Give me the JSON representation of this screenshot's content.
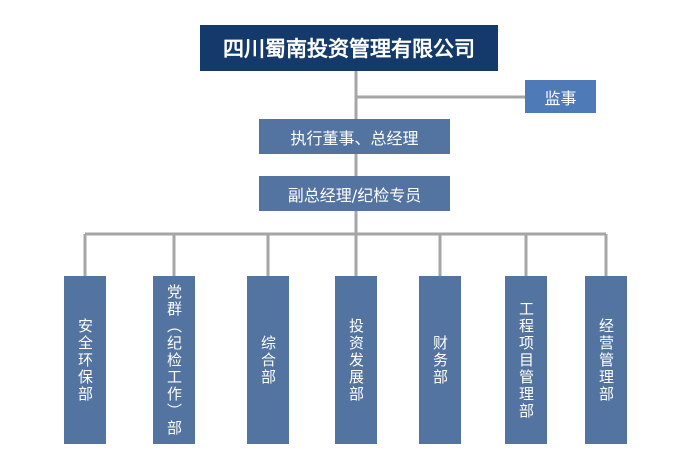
{
  "org": {
    "company": "四川蜀南投资管理有限公司",
    "supervisor": "监事",
    "executive": "执行董事、总经理",
    "vice": "副总经理/纪检专员",
    "departments": [
      "安全环保部",
      "党群（纪检工作）部",
      "综合部",
      "投资发展部",
      "财务部",
      "工程项目管理部",
      "经营管理部"
    ]
  },
  "colors": {
    "company_bg": "#143a6b",
    "box_bg": "#5373a0",
    "supervisor_bg": "#4f7ab8",
    "line": "#a6a6a6"
  }
}
